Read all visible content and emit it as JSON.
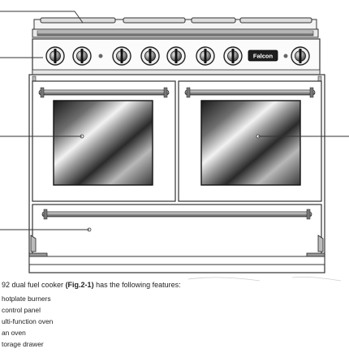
{
  "diagram": {
    "brand_badge": "Falcon",
    "caption_prefix": "92 dual fuel cooker ",
    "caption_ref": "(Fig.2-1)",
    "caption_suffix": " has the following features:",
    "features": [
      "hotplate burners",
      "control panel",
      "ulti-function oven",
      "an oven",
      "torage drawer"
    ]
  }
}
